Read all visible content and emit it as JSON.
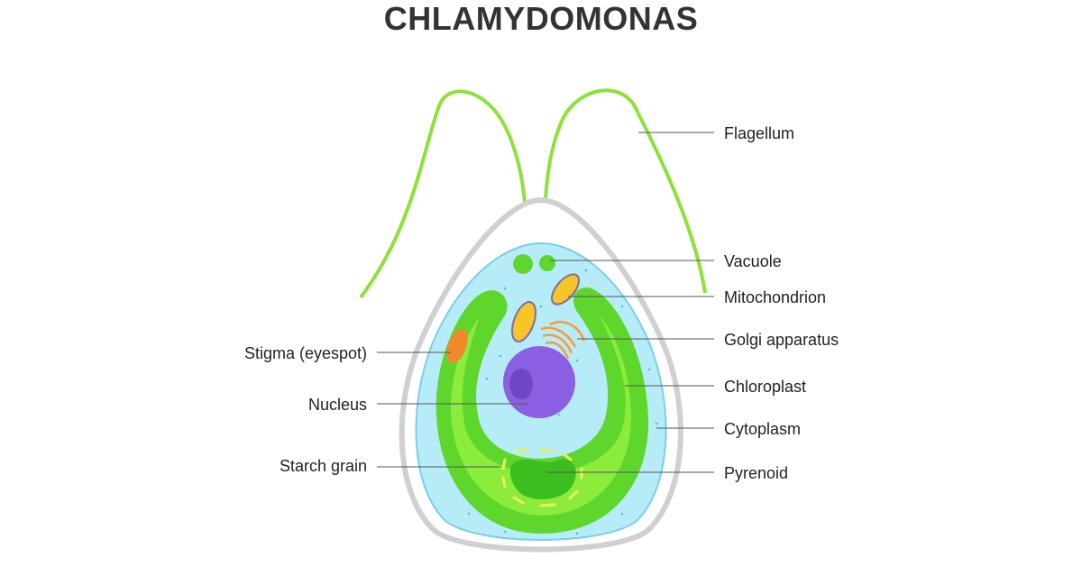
{
  "title": "CHLAMYDOMONAS",
  "labels": {
    "flagellum": "Flagellum",
    "vacuole": "Vacuole",
    "mitochondrion": "Mitochondrion",
    "golgi": "Golgi apparatus",
    "chloroplast": "Chloroplast",
    "cytoplasm": "Cytoplasm",
    "pyrenoid": "Pyrenoid",
    "stigma": "Stigma (eyespot)",
    "nucleus": "Nucleus",
    "starch": "Starch grain"
  },
  "colors": {
    "cell_wall": "#d0d0d0",
    "cytoplasm": "#b6ecf8",
    "chloroplast": "#5fd62c",
    "chloroplast_inner": "#8cec3c",
    "nucleus": "#8b5fe2",
    "mitochondrion": "#f6c52a",
    "golgi": "#f79a3a",
    "stigma": "#f08a2c",
    "flagellum": "#8ee03a"
  }
}
